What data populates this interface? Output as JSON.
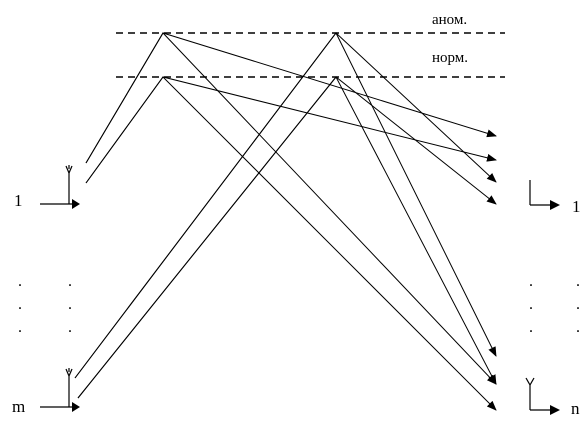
{
  "layers": {
    "upper_label": "аном.",
    "lower_label": "норм."
  },
  "transmitters": {
    "first_label": "1",
    "last_label": "m"
  },
  "receivers": {
    "first_label": "1",
    "last_label": "n"
  },
  "ellipsis_dot": "."
}
